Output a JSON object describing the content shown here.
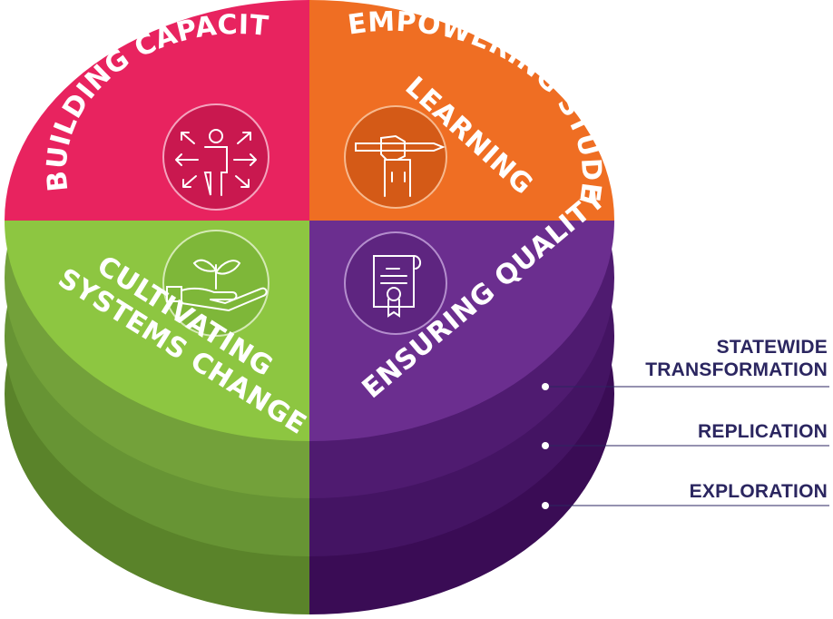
{
  "quadrants": [
    {
      "label": "BUILDING CAPACITY",
      "color": "#e8235f",
      "icon": "person-arrows-icon"
    },
    {
      "label_lines": [
        "EMPOWERING STUDENT",
        "LEARNING"
      ],
      "color": "#ef6e23",
      "icon": "hand-pencil-icon"
    },
    {
      "label_lines": [
        "CULTIVATING",
        "SYSTEMS CHANGE"
      ],
      "color": "#8dc641",
      "icon": "hand-sprout-icon"
    },
    {
      "label": "ENSURING QUALITY",
      "color": "#6b2e8f",
      "icon": "certificate-icon"
    }
  ],
  "levels": [
    {
      "label_lines": [
        "STATEWIDE",
        "TRANSFORMATION"
      ]
    },
    {
      "label": "REPLICATION"
    },
    {
      "label": "EXPLORATION"
    }
  ],
  "colors": {
    "label_text": "#2b2660",
    "green_side_top": "#7daa3c",
    "green_side_bottom": "#5a832a",
    "purple_side_top": "#5a2279",
    "purple_side_bottom": "#3a0c55"
  }
}
